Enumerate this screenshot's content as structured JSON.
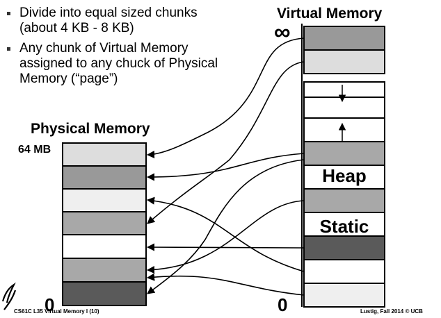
{
  "bullets": [
    "Divide into equal sized chunks (about 4 KB - 8 KB)",
    "Any chunk of Virtual Memory assigned to any chuck of Physical Memory (“page”)"
  ],
  "virtual_memory": {
    "title": "Virtual Memory",
    "top_label": "∞",
    "bottom_label": "0",
    "heap_label": "Heap",
    "static_label": "Static"
  },
  "physical_memory": {
    "title": "Physical Memory",
    "top_label": "64 MB",
    "bottom_label": "0"
  },
  "footer": {
    "left": "CS61C L35 Virtual Memory I (10)",
    "right": "Lustig, Fall 2014 © UCB"
  },
  "colors": {
    "very_light": "#dddddd",
    "light": "#bbbbbb",
    "medium": "#a8a8a8",
    "medium_dark": "#999999",
    "dark": "#5a5a5a",
    "lightest": "#efefef",
    "white": "#ffffff"
  }
}
